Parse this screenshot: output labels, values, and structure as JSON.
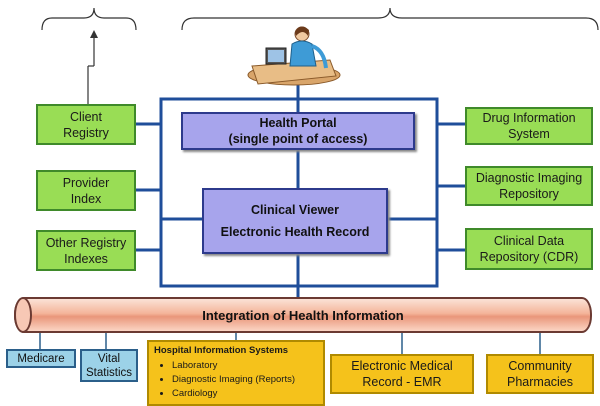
{
  "title": "",
  "left_boxes": [
    {
      "line1": "Client",
      "line2": "Registry"
    },
    {
      "line1": "Provider",
      "line2": "Index"
    },
    {
      "line1": "Other Registry",
      "line2": "Indexes"
    }
  ],
  "right_boxes": [
    {
      "line1": "Drug Information",
      "line2": "System"
    },
    {
      "line1": "Diagnostic Imaging",
      "line2": "Repository"
    },
    {
      "line1": "Clinical Data",
      "line2": "Repository  (CDR)"
    }
  ],
  "center_boxes": [
    {
      "line1": "Health Portal",
      "line2": "(single point of access)"
    },
    {
      "line1": "Clinical Viewer",
      "line2": "Electronic Health Record"
    }
  ],
  "integration_bar": {
    "label": "Integration of Health Information"
  },
  "bottom_boxes": {
    "medicare": {
      "label": "Medicare"
    },
    "vital": {
      "line1": "Vital",
      "line2": "Statistics"
    },
    "his": {
      "title": "Hospital Information Systems",
      "items": [
        "Laboratory",
        "Diagnostic Imaging (Reports)",
        "Cardiology"
      ]
    },
    "emr": {
      "line1": "Electronic Medical",
      "line2": "Record  -  EMR"
    },
    "pharmacies": {
      "line1": "Community",
      "line2": "Pharmacies"
    }
  },
  "icons": {
    "user": "user-at-computer-icon"
  },
  "colors": {
    "green": "#99dd55",
    "purple": "#a7a4ec",
    "frame": "#1f4e9a",
    "blue": "#9cd2e8",
    "yellow": "#f5c21b",
    "pipe": "#f4b49a"
  }
}
